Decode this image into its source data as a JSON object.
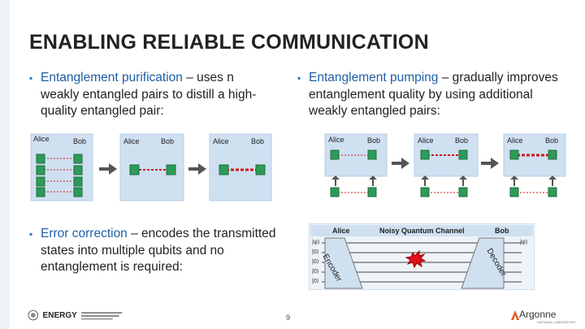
{
  "slide": {
    "title": "ENABLING RELIABLE COMMUNICATION",
    "page_number": "9"
  },
  "bullets": [
    {
      "lead": "Entanglement  purification",
      "dash": " – ",
      "rest": "uses n  weakly  entangled pairs  to distill  a  high-quality  entangled pair:"
    },
    {
      "lead": "Entanglement pumping",
      "dash": " – ",
      "rest": "gradually improves entanglement quality by using additional weakly entangled pairs:"
    },
    {
      "lead": "Error correction",
      "dash": " – ",
      "rest": "encodes the transmitted  states  into  multiple qubits and no entanglement is required:"
    }
  ],
  "purification_panel": {
    "labels": [
      "Alice",
      "Bob",
      "Alice",
      "Bob",
      "Alice",
      "Bob"
    ]
  },
  "pumping_panel": {
    "labels": [
      "Alice",
      "Bob",
      "Alice",
      "Bob",
      "Alice",
      "Bob"
    ]
  },
  "error_correction_panel": {
    "alice_label": "Alice",
    "channel_label": "Noisy Quantum Channel",
    "bob_label": "Bob",
    "encoder_label": "Encoder",
    "decoder_label": "Decoder",
    "input_state": "|ψ⟩",
    "output_state": "|ψ⟩",
    "ancilla_labels": [
      "|0⟩",
      "|0⟩",
      "|0⟩",
      "|0⟩"
    ]
  },
  "footer": {
    "energy_logo_text": "ENERGY",
    "argonne_logo_text": "Argonne",
    "argonne_sub": "NATIONAL LABORATORY"
  },
  "colors": {
    "bullet_accent": "#1d5fa6",
    "panel_bg": "#cfe0f1",
    "node_green": "#2e9a58",
    "link_red": "#d11a1a",
    "arrow_gray": "#555555"
  }
}
